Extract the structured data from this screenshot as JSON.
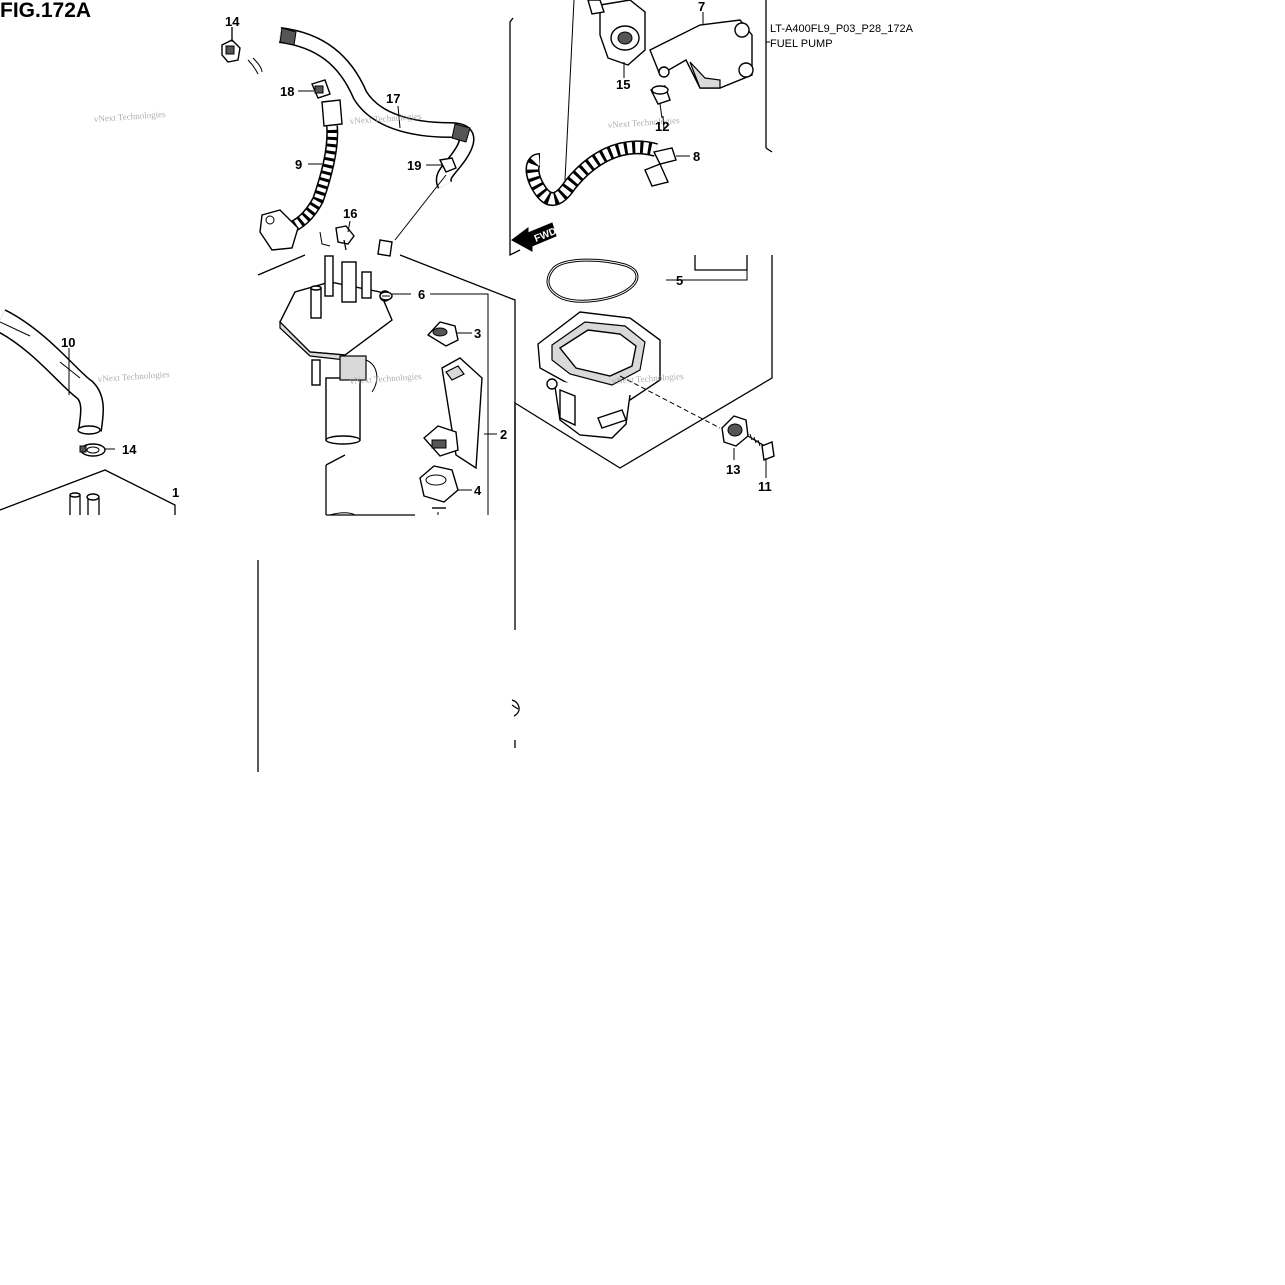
{
  "figure": {
    "title": "FIG.172A",
    "code": "LT-A400FL9_P03_P28_172A",
    "section_name": "FUEL PUMP"
  },
  "callouts": [
    "1",
    "2",
    "3",
    "4",
    "5",
    "6",
    "7",
    "8",
    "9",
    "10",
    "11",
    "12",
    "13",
    "14",
    "14",
    "15",
    "16",
    "17",
    "18",
    "19"
  ],
  "watermarks": [
    "vNext Technologies",
    "vNext Technologies",
    "vNext Technologies",
    "vNext Technologies",
    "vNext Technologies"
  ],
  "direction_arrow": "FWD",
  "icons": [
    "fuel-pump-assembly",
    "fuel-tank-sender-bracket",
    "hose",
    "clamp",
    "gasket",
    "fuel-filter",
    "bolt",
    "grommet",
    "wiring-harness",
    "connector"
  ]
}
